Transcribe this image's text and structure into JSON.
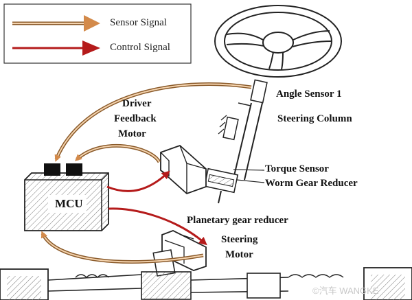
{
  "legend": {
    "sensor_label": "Sensor Signal",
    "control_label": "Control Signal"
  },
  "labels": {
    "angle_sensor": "Angle Sensor 1",
    "steering_column": "Steering Column",
    "driver": "Driver",
    "feedback": "Feedback",
    "motor": "Motor",
    "torque_sensor": "Torque Sensor",
    "worm_gear": "Worm  Gear Reducer",
    "mcu": "MCU",
    "planetary": "Planetary gear reducer",
    "steering": "Steering",
    "steering_motor": "Motor"
  },
  "watermark": "©汽车 WANGKE",
  "colors": {
    "sensor_arrow": "#d38a4a",
    "control_arrow": "#b51b1b",
    "line": "#222222"
  }
}
